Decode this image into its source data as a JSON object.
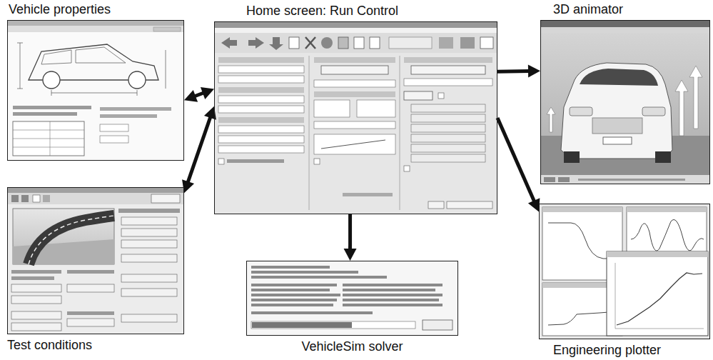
{
  "diagram": {
    "nodes": [
      {
        "text": [
          "Vehicle properties"
        ]
      },
      {
        "text": [
          "Home screen: Run Control"
        ]
      },
      {
        "text": [
          "3D animator"
        ]
      },
      {
        "text": [
          "Test conditions"
        ]
      },
      {
        "text": [
          "VehicleSim solver"
        ]
      },
      {
        "text": [
          "Engineering plotter"
        ]
      }
    ],
    "edges": [
      {
        "from": 0,
        "to": 1,
        "arrow": "both"
      },
      {
        "from": 3,
        "to": 1,
        "arrow": "both"
      },
      {
        "from": 1,
        "to": 4,
        "arrow": "to"
      },
      {
        "from": 1,
        "to": 2,
        "arrow": "to"
      },
      {
        "from": 1,
        "to": 5,
        "arrow": "to"
      }
    ]
  }
}
